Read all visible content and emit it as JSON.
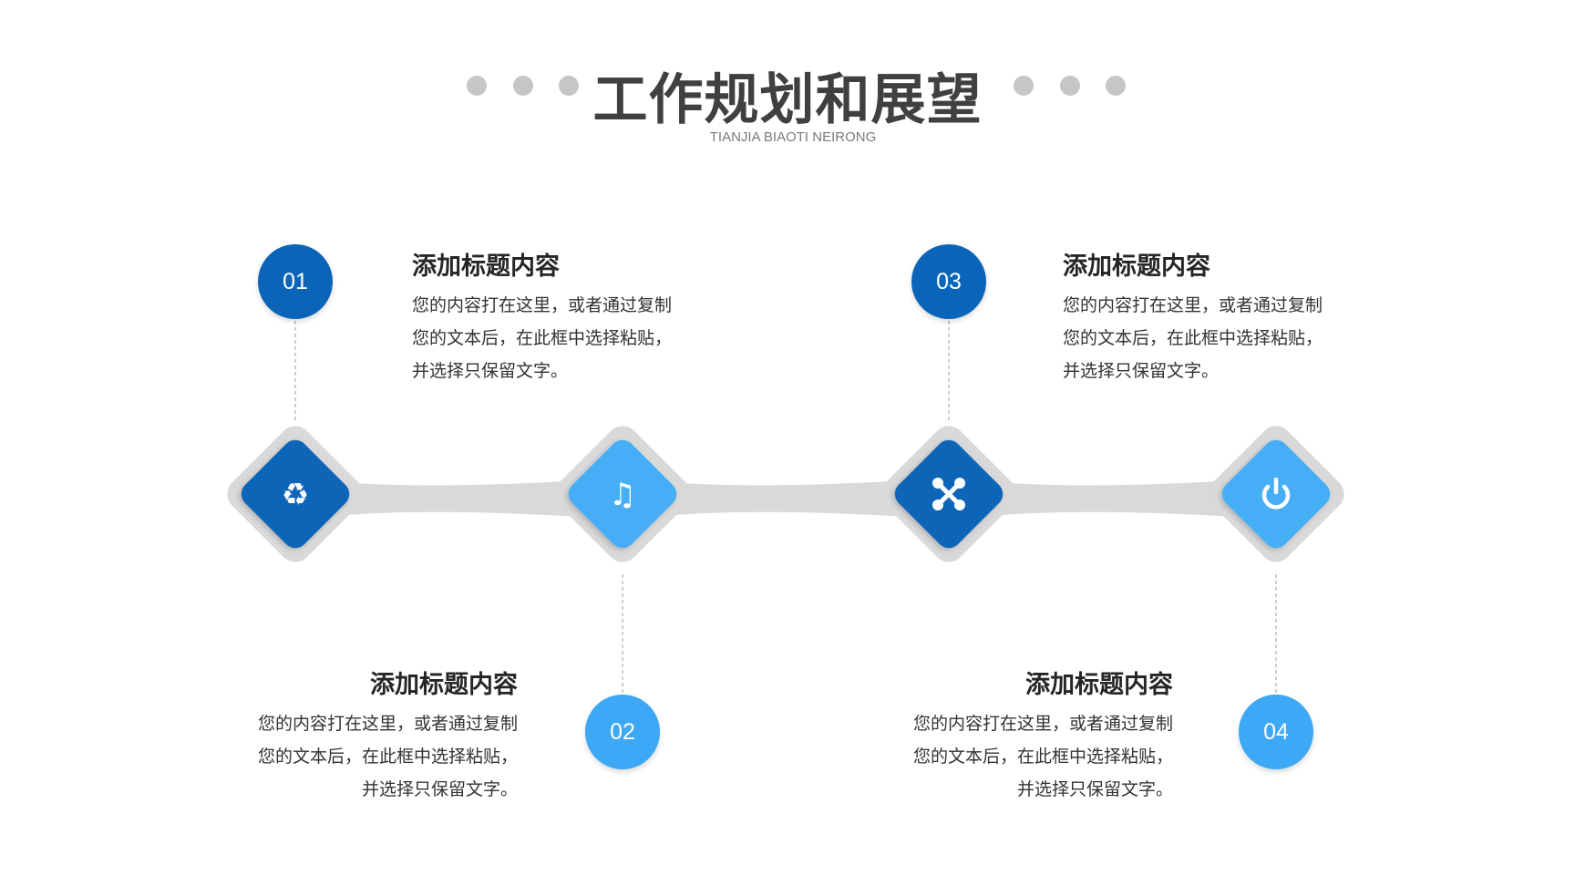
{
  "header": {
    "title": "工作规划和展望",
    "subtitle": "TIANJIA BIAOTI NEIRONG"
  },
  "colors": {
    "dark_blue": "#0a65b8",
    "light_blue": "#3da8f5",
    "connector_gray": "#d9d9d9",
    "dot_gray": "#c6c6c6"
  },
  "steps": [
    {
      "number": "01",
      "icon": "recycle-icon",
      "title": "添加标题内容",
      "body": "您的内容打在这里，或者通过复制您的文本后，在此框中选择粘贴，并选择只保留文字。"
    },
    {
      "number": "02",
      "icon": "music-note-icon",
      "title": "添加标题内容",
      "body": "您的内容打在这里，或者通过复制您的文本后，在此框中选择粘贴，并选择只保留文字。"
    },
    {
      "number": "03",
      "icon": "joomla-icon",
      "title": "添加标题内容",
      "body": "您的内容打在这里，或者通过复制您的文本后，在此框中选择粘贴，并选择只保留文字。"
    },
    {
      "number": "04",
      "icon": "power-icon",
      "title": "添加标题内容",
      "body": "您的内容打在这里，或者通过复制您的文本后，在此框中选择粘贴，并选择只保留文字。"
    }
  ]
}
